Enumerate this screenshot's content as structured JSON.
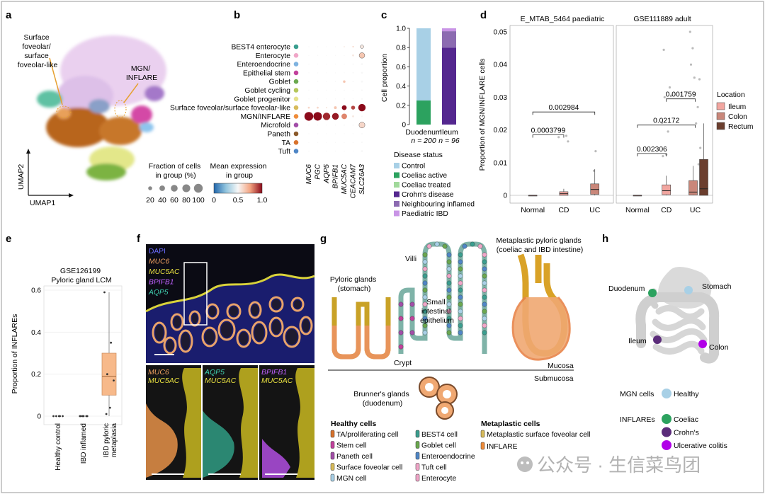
{
  "panels": {
    "a": {
      "label": "a",
      "annotations": [
        "Surface",
        "foveolar/",
        "surface",
        "foveolar-like"
      ],
      "mgn_annotation": [
        "MGN/",
        "INFLARE"
      ],
      "axis_y": "UMAP2",
      "axis_x": "UMAP1"
    },
    "b": {
      "label": "b",
      "cell_types": [
        "BEST4 enterocyte",
        "Enterocyte",
        "Enteroendocrine",
        "Epithelial stem",
        "Goblet",
        "Goblet cycling",
        "Goblet progenitor",
        "Surface foveolar/surface foveolar-like",
        "MGN/INFLARE",
        "Microfold",
        "Paneth",
        "TA",
        "Tuft"
      ],
      "dot_colors": [
        "#3a9e8f",
        "#f0a6c8",
        "#7fb3e0",
        "#c2419c",
        "#6aa84f",
        "#b5c75b",
        "#e6e28c",
        "#d7bb5b",
        "#ef8c3a",
        "#a24ea8",
        "#8b5a2b",
        "#d8732d",
        "#4f86c6"
      ],
      "genes": [
        "MUC6",
        "PGC",
        "AQP5",
        "BPIFB1",
        "MUC5AC",
        "CEACAM7",
        "SLC26A3"
      ],
      "legend_size_title": [
        "Fraction of cells",
        "in group (%)"
      ],
      "legend_sizes": [
        "20",
        "40",
        "60",
        "80",
        "100"
      ],
      "legend_color_title": [
        "Mean expression",
        "in group"
      ],
      "legend_color_ticks": [
        "0",
        "0.5",
        "1.0"
      ]
    },
    "c": {
      "label": "c",
      "ylabel": "Cell proportion",
      "yticks": [
        "0",
        "0.2",
        "0.4",
        "0.6",
        "0.8",
        "1.0"
      ],
      "categories": [
        "Duodenum",
        "Ileum"
      ],
      "n_labels": [
        "n = 200",
        "n = 96"
      ],
      "legend_title": "Disease status",
      "legend": [
        {
          "name": "Control",
          "color": "#a8d0e6"
        },
        {
          "name": "Coeliac active",
          "color": "#2ca25f"
        },
        {
          "name": "Coeliac treated",
          "color": "#a1d99b"
        },
        {
          "name": "Crohn's disease",
          "color": "#54278f"
        },
        {
          "name": "Neighbouring inflamed",
          "color": "#8c6bb1"
        },
        {
          "name": "Paediatric IBD",
          "color": "#c994e6"
        }
      ]
    },
    "d": {
      "label": "d",
      "ylabel": "Proportion of MGN/INFLARE cells",
      "facet_titles": [
        "E_MTAB_5464 paediatric",
        "GSE111889 adult"
      ],
      "yticks": [
        "0",
        "0.01",
        "0.02",
        "0.03",
        "0.04",
        "0.05"
      ],
      "xcats": [
        "Normal",
        "CD",
        "UC"
      ],
      "legend_title": "Location",
      "legend": [
        {
          "name": "Ileum",
          "color": "#f2a6a0"
        },
        {
          "name": "Colon",
          "color": "#c9877a"
        },
        {
          "name": "Rectum",
          "color": "#6b3e2e"
        }
      ],
      "pvals_left": [
        "0.0003799",
        "0.002984"
      ],
      "pvals_right": [
        "0.002306",
        "0.02172",
        "0.001759"
      ]
    },
    "e": {
      "label": "e",
      "title": [
        "GSE126199",
        "Pyloric gland LCM"
      ],
      "ylabel": "Proportion of INFLAREs",
      "yticks": [
        "0",
        "0.2",
        "0.4",
        "0.6"
      ],
      "xcats": [
        "Healthy control",
        "IBD inflamed",
        "IBD pyloric metaplasia"
      ]
    },
    "f": {
      "label": "f",
      "channels": [
        {
          "name": "DAPI",
          "color": "#6b6bff"
        },
        {
          "name": "MUC6",
          "color": "#f0a060"
        },
        {
          "name": "MUC5AC",
          "color": "#e8e040"
        },
        {
          "name": "BPIFB1",
          "color": "#c060ff"
        },
        {
          "name": "AQP5",
          "color": "#40d0b0"
        }
      ],
      "sub_labels": [
        [
          "MUC6",
          "MUC5AC"
        ],
        [
          "AQP5",
          "MUC5AC"
        ],
        [
          "BPIFB1",
          "MUC5AC"
        ]
      ]
    },
    "g": {
      "label": "g",
      "labels": {
        "pyloric": [
          "Pyloric glands",
          "(stomach)"
        ],
        "villi": "Villi",
        "small": [
          "Small",
          "intestinal",
          "epithelium"
        ],
        "crypt": "Crypt",
        "metaplastic": [
          "Metaplastic pyloric glands",
          "(coeliac and IBD intestine)"
        ],
        "mucosa": "Mucosa",
        "submucosa": "Submucosa",
        "brunner": [
          "Brunner's glands",
          "(duodenum)"
        ]
      },
      "healthy_title": "Healthy cells",
      "healthy_cells": [
        "TA/proliferating cell",
        "Stem cell",
        "Paneth cell",
        "Surface foveolar cell",
        "MGN cell",
        "BEST4 cell",
        "Goblet cell",
        "Enteroendocrine",
        "Tuft cell",
        "Enterocyte"
      ],
      "healthy_colors": [
        "#d8732d",
        "#c2419c",
        "#a24ea8",
        "#d7bb5b",
        "#a8d0e6",
        "#3a9e8f",
        "#6aa84f",
        "#4f86c6",
        "#f0a6c8",
        "#f0a6c8"
      ],
      "metaplastic_title": "Metaplastic cells",
      "metaplastic_cells": [
        "Metaplastic surface foveolar cell",
        "INFLARE"
      ],
      "metaplastic_colors": [
        "#d7bb5b",
        "#ef8c3a"
      ]
    },
    "h": {
      "label": "h",
      "organs": {
        "duodenum": "Duodenum",
        "stomach": "Stomach",
        "ileum": "Ileum",
        "colon": "Colon"
      },
      "mgn_title": "MGN cells",
      "mgn_item": "Healthy",
      "inflare_title": "INFLAREs",
      "inflare_items": [
        {
          "name": "Coeliac",
          "color": "#2ca25f"
        },
        {
          "name": "Crohn's",
          "color": "#5b2c7a"
        },
        {
          "name": "Ulcerative colitis",
          "color": "#b100e8"
        }
      ],
      "mgn_color": "#a8d0e6"
    },
    "watermark": "公众号 · 生信菜鸟团"
  },
  "chart_data": [
    {
      "panel": "b",
      "type": "scatter",
      "categories": [
        "BEST4 enterocyte",
        "Enterocyte",
        "Enteroendocrine",
        "Epithelial stem",
        "Goblet",
        "Goblet cycling",
        "Goblet progenitor",
        "Surface foveolar/surface foveolar-like",
        "MGN/INFLARE",
        "Microfold",
        "Paneth",
        "TA",
        "Tuft"
      ],
      "x": [
        "MUC6",
        "PGC",
        "AQP5",
        "BPIFB1",
        "MUC5AC",
        "CEACAM7",
        "SLC26A3"
      ],
      "fraction_pct": [
        [
          1,
          1,
          1,
          1,
          2,
          3,
          15
        ],
        [
          1,
          1,
          1,
          1,
          1,
          5,
          40
        ],
        [
          1,
          1,
          1,
          1,
          1,
          2,
          5
        ],
        [
          1,
          1,
          1,
          1,
          1,
          2,
          5
        ],
        [
          1,
          1,
          1,
          1,
          8,
          2,
          5
        ],
        [
          1,
          1,
          1,
          1,
          2,
          1,
          3
        ],
        [
          1,
          1,
          1,
          1,
          2,
          1,
          3
        ],
        [
          5,
          5,
          3,
          10,
          30,
          20,
          70
        ],
        [
          100,
          95,
          70,
          60,
          40,
          5,
          3
        ],
        [
          1,
          1,
          1,
          1,
          2,
          2,
          45
        ],
        [
          1,
          1,
          1,
          1,
          1,
          1,
          2
        ],
        [
          1,
          1,
          1,
          1,
          1,
          1,
          3
        ],
        [
          1,
          1,
          1,
          1,
          1,
          1,
          5
        ]
      ],
      "mean_expr": [
        [
          0,
          0,
          0,
          0,
          0.1,
          0.2,
          0.1
        ],
        [
          0,
          0,
          0,
          0,
          0,
          0.1,
          0.3
        ],
        [
          0,
          0,
          0,
          0,
          0,
          0,
          0
        ],
        [
          0,
          0,
          0,
          0,
          0,
          0,
          0
        ],
        [
          0,
          0,
          0,
          0,
          0.3,
          0,
          0
        ],
        [
          0,
          0,
          0,
          0,
          0,
          0,
          0
        ],
        [
          0,
          0,
          0,
          0,
          0,
          0,
          0
        ],
        [
          0.2,
          0.2,
          0.1,
          0.3,
          1.0,
          0.8,
          1.0
        ],
        [
          1.0,
          1.0,
          0.9,
          0.95,
          0.6,
          0.1,
          0
        ],
        [
          0,
          0,
          0,
          0,
          0,
          0,
          0.2
        ],
        [
          0,
          0,
          0,
          0,
          0,
          0,
          0
        ],
        [
          0,
          0,
          0,
          0,
          0,
          0,
          0
        ],
        [
          0,
          0,
          0,
          0,
          0,
          0,
          0
        ]
      ],
      "legend": {
        "sizes": [
          20,
          40,
          60,
          80,
          100
        ],
        "color_range": [
          0,
          1.0
        ]
      }
    },
    {
      "panel": "c",
      "type": "bar",
      "categories": [
        "Duodenum",
        "Ileum"
      ],
      "series": [
        {
          "name": "Coeliac active",
          "values": [
            0.25,
            0
          ]
        },
        {
          "name": "Control",
          "values": [
            0.75,
            0
          ]
        },
        {
          "name": "Crohn's disease",
          "values": [
            0,
            0.8
          ]
        },
        {
          "name": "Neighbouring inflamed",
          "values": [
            0,
            0.17
          ]
        },
        {
          "name": "Paediatric IBD",
          "values": [
            0,
            0.03
          ]
        }
      ],
      "ylabel": "Cell proportion",
      "ylim": [
        0,
        1.0
      ]
    },
    {
      "panel": "d",
      "type": "box",
      "facets": [
        "E_MTAB_5464 paediatric",
        "GSE111889 adult"
      ],
      "categories": [
        "Normal",
        "CD",
        "UC"
      ],
      "ylim": [
        0,
        0.05
      ],
      "ylabel": "Proportion of MGN/INFLARE cells",
      "boxes": [
        {
          "facet": 0,
          "cat": "Normal",
          "loc": "Ileum",
          "q1": 0,
          "med": 0,
          "q3": 0,
          "lo": 0,
          "hi": 0
        },
        {
          "facet": 0,
          "cat": "CD",
          "loc": "Ileum",
          "q1": 0,
          "med": 0.0005,
          "q3": 0.0011,
          "lo": 0,
          "hi": 0.002
        },
        {
          "facet": 0,
          "cat": "UC",
          "loc": "Colon",
          "q1": 0.0003,
          "med": 0.0018,
          "q3": 0.0035,
          "lo": 0,
          "hi": 0.008
        },
        {
          "facet": 1,
          "cat": "Normal",
          "loc": "Ileum",
          "q1": 0,
          "med": 0,
          "q3": 0,
          "lo": 0,
          "hi": 0
        },
        {
          "facet": 1,
          "cat": "CD",
          "loc": "Ileum",
          "q1": 0.0002,
          "med": 0.0014,
          "q3": 0.0032,
          "lo": 0,
          "hi": 0.006
        },
        {
          "facet": 1,
          "cat": "UC",
          "loc": "Colon",
          "q1": 0.0001,
          "med": 0.001,
          "q3": 0.0045,
          "lo": 0,
          "hi": 0.009
        },
        {
          "facet": 1,
          "cat": "UC",
          "loc": "Rectum",
          "q1": 0,
          "med": 0.002,
          "q3": 0.011,
          "lo": 0,
          "hi": 0.022
        }
      ],
      "points": [
        {
          "facet": 0,
          "cat": "CD",
          "y": 0.0178
        },
        {
          "facet": 0,
          "cat": "CD",
          "y": 0.0165
        },
        {
          "facet": 0,
          "cat": "CD",
          "y": 0.0182
        },
        {
          "facet": 0,
          "cat": "UC",
          "y": 0.0135
        },
        {
          "facet": 0,
          "cat": "UC",
          "y": 0.0075
        },
        {
          "facet": 1,
          "cat": "CD",
          "y": 0.0445
        },
        {
          "facet": 1,
          "cat": "CD",
          "y": 0.0222
        },
        {
          "facet": 1,
          "cat": "CD",
          "y": 0.0305
        },
        {
          "facet": 1,
          "cat": "CD",
          "y": 0.033
        },
        {
          "facet": 1,
          "cat": "CD",
          "y": 0.0195
        },
        {
          "facet": 1,
          "cat": "CD",
          "y": 0.0125
        },
        {
          "facet": 1,
          "cat": "CD",
          "y": 0.03
        },
        {
          "facet": 1,
          "cat": "CD",
          "y": 0.012
        },
        {
          "facet": 1,
          "cat": "UC",
          "y": 0.05
        },
        {
          "facet": 1,
          "cat": "UC",
          "y": 0.0355
        },
        {
          "facet": 1,
          "cat": "UC",
          "y": 0.027
        },
        {
          "facet": 1,
          "cat": "UC",
          "y": 0.022
        },
        {
          "facet": 1,
          "cat": "UC",
          "y": 0.036
        },
        {
          "facet": 1,
          "cat": "UC",
          "y": 0.045
        },
        {
          "facet": 1,
          "cat": "UC",
          "y": 0.04
        },
        {
          "facet": 1,
          "cat": "UC",
          "y": 0.0145
        },
        {
          "facet": 1,
          "cat": "UC",
          "y": 0.0095
        }
      ],
      "brackets": [
        {
          "facet": 0,
          "from": "Normal",
          "to": "CD",
          "y": 0.0185,
          "label": "0.0003799"
        },
        {
          "facet": 0,
          "from": "Normal",
          "to": "UC",
          "y": 0.0255,
          "label": "0.002984"
        },
        {
          "facet": 1,
          "from": "Normal",
          "to": "CD",
          "y": 0.0128,
          "label": "0.002306"
        },
        {
          "facet": 1,
          "from": "Normal",
          "to": "UC",
          "y": 0.0215,
          "label": "0.02172"
        },
        {
          "facet": 1,
          "from": "CD",
          "to": "UC",
          "y": 0.0295,
          "label": "0.001759"
        }
      ]
    },
    {
      "panel": "e",
      "type": "box",
      "categories": [
        "Healthy control",
        "IBD inflamed",
        "IBD pyloric metaplasia"
      ],
      "ylim": [
        0,
        0.6
      ],
      "ylabel": "Proportion of INFLAREs",
      "boxes": [
        {
          "cat": "IBD pyloric metaplasia",
          "q1": 0.1,
          "med": 0.19,
          "q3": 0.3,
          "lo": 0,
          "hi": 0.59
        }
      ],
      "points": [
        {
          "cat": "Healthy control",
          "y": 0
        },
        {
          "cat": "Healthy control",
          "y": 0
        },
        {
          "cat": "Healthy control",
          "y": 0
        },
        {
          "cat": "Healthy control",
          "y": 0
        },
        {
          "cat": "Healthy control",
          "y": 0
        },
        {
          "cat": "IBD inflamed",
          "y": 0
        },
        {
          "cat": "IBD inflamed",
          "y": 0
        },
        {
          "cat": "IBD inflamed",
          "y": 0
        },
        {
          "cat": "IBD inflamed",
          "y": 0
        },
        {
          "cat": "IBD inflamed",
          "y": 0
        },
        {
          "cat": "IBD inflamed",
          "y": 0
        },
        {
          "cat": "IBD pyloric metaplasia",
          "y": 0.59
        },
        {
          "cat": "IBD pyloric metaplasia",
          "y": 0.35
        },
        {
          "cat": "IBD pyloric metaplasia",
          "y": 0.2
        },
        {
          "cat": "IBD pyloric metaplasia",
          "y": 0.17
        },
        {
          "cat": "IBD pyloric metaplasia",
          "y": 0.04
        },
        {
          "cat": "IBD pyloric metaplasia",
          "y": 0.01
        }
      ]
    }
  ]
}
